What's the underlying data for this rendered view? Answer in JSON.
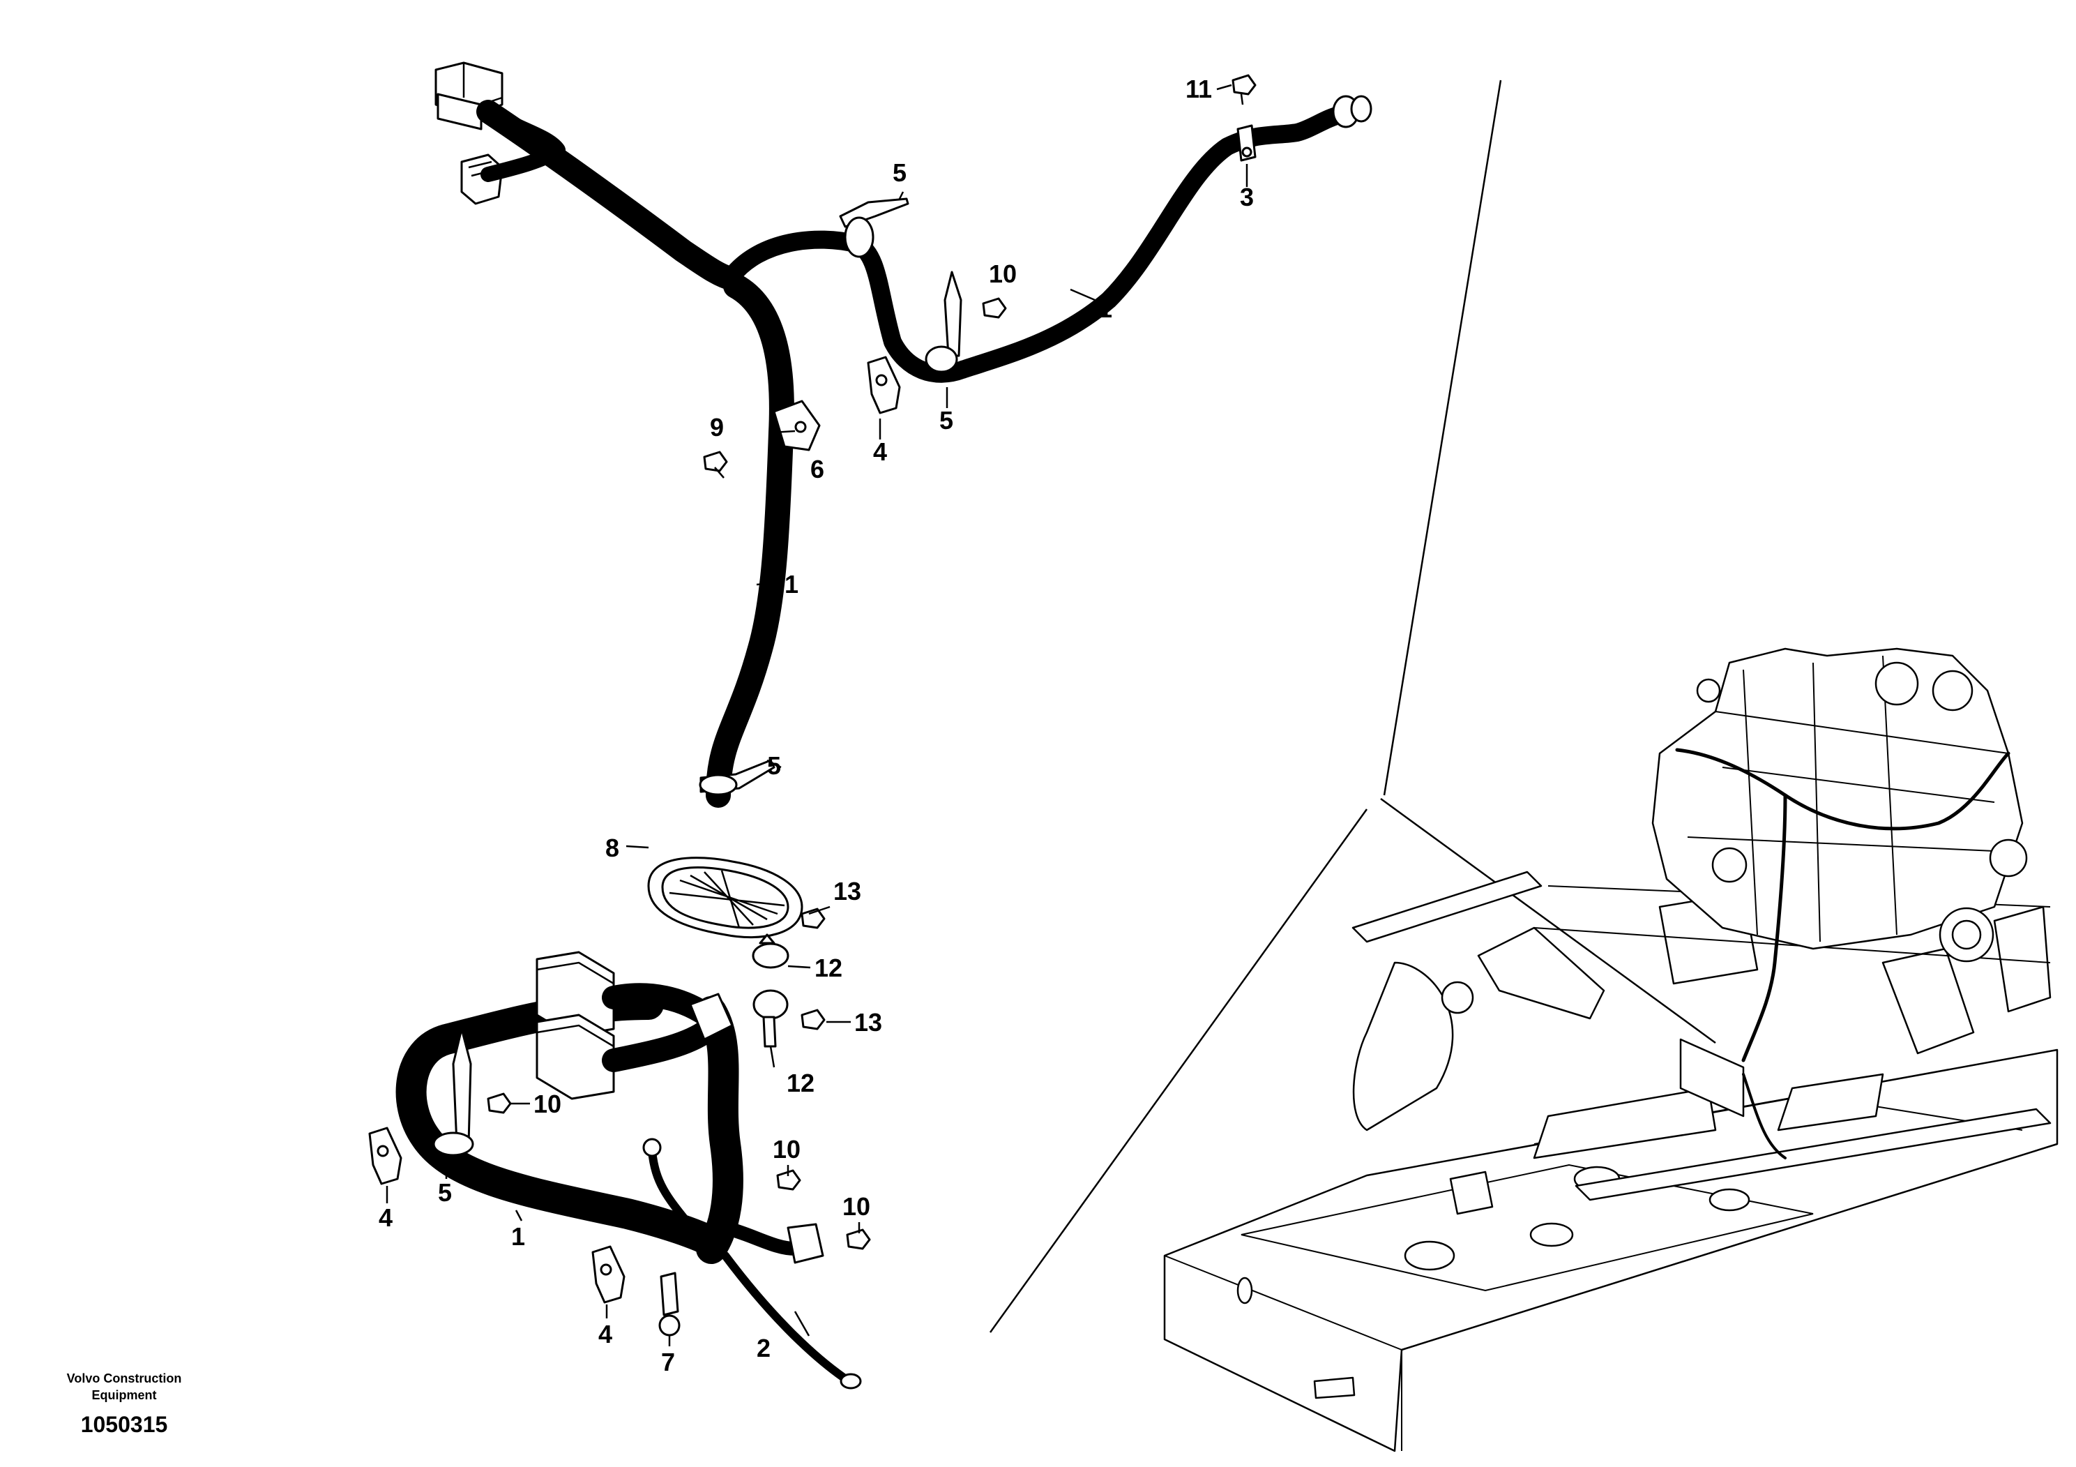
{
  "title": "",
  "callouts": {
    "c1a": "1",
    "c1b": "1",
    "c1c": "1",
    "c2": "2",
    "c3": "3",
    "c4a": "4",
    "c4b": "4",
    "c4c": "4",
    "c5a": "5",
    "c5b": "5",
    "c5c": "5",
    "c5d": "5",
    "c6": "6",
    "c7": "7",
    "c8": "8",
    "c9": "9",
    "c10a": "10",
    "c10b": "10",
    "c10c": "10",
    "c10d": "10",
    "c11": "11",
    "c12a": "12",
    "c12b": "12",
    "c13a": "13",
    "c13b": "13"
  },
  "footer": {
    "credit_line1": "Volvo Construction",
    "credit_line2": "Equipment",
    "document_number": "1050315"
  }
}
